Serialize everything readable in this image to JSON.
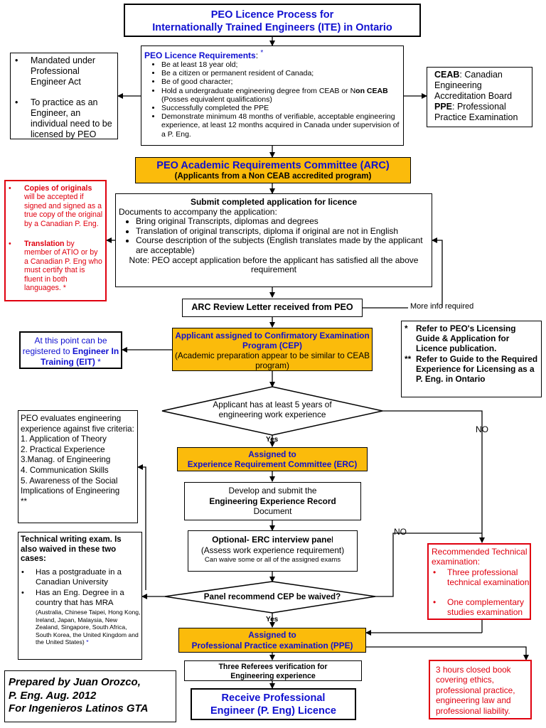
{
  "title": {
    "line1": "PEO Licence Process for",
    "line2": "Internationally Trained Engineers (ITE) in Ontario"
  },
  "mandated": {
    "items": [
      "Mandated under Professional Engineer Act",
      "To practice as an Engineer, an individual need to be licensed by PEO"
    ]
  },
  "requirements": {
    "heading": "PEO Licence Requirements",
    "colon": ":",
    "star": "*",
    "items": [
      "Be at least 18 year old;",
      "Be a citizen or permanent resident of Canada;",
      "Be of good character;",
      "Successfully completed the PPE",
      "Demonstrate minimum 48 months of verifiable, acceptable engineering experience, at least 12 months acquired in Canada under supervision of a P. Eng."
    ],
    "degree_pre": "Hold a undergraduate engineering degree from CEAB or N",
    "degree_bold": "on CEAB",
    "degree_post": " (Posses equivalent qualifications)"
  },
  "ceab": {
    "ceab_abbr": "CEAB",
    "ceab_def": ": Canadian Engineering Accreditation Board",
    "ppe_abbr": "PPE",
    "ppe_def": ": Professional Practice Examination"
  },
  "arc": {
    "title": "PEO Academic Requirements Committee (ARC)",
    "subtitle": "(Applicants from a Non CEAB accredited program)"
  },
  "copies": {
    "item1_bold": "Copies of originals",
    "item1_rest": " will be accepted if signed and signed as a true copy of the original by a Canadian P. Eng.",
    "item2_bold": "Translation",
    "item2_rest": " by member of ATIO or by a Canadian P. Eng who must certify that is fluent in both languages. *"
  },
  "submit": {
    "heading": "Submit completed application for licence",
    "docs_label": "Documents to accompany the application:",
    "items": [
      "Bring original Transcripts, diplomas and degrees",
      "Translation of original transcripts, diploma if original are not in English",
      "Course description of the subjects (English translates made by the applicant are acceptable)"
    ],
    "note": "Note: PEO accept application before the applicant has satisfied all the above requirement"
  },
  "arc_review": {
    "label": "ARC Review Letter received from PEO"
  },
  "more_info": {
    "label": "More info required"
  },
  "eit": {
    "pre": "At this point can be registered to ",
    "bold": "Engineer In Training (EIT)",
    "post": " *"
  },
  "cep": {
    "title": "Applicant assigned to Confirmatory Examination Program (CEP)",
    "subtitle": "(Academic preparation appear to be similar to CEAB program)"
  },
  "refer": {
    "item1_star": "*",
    "item1": "Refer to  PEO's Licensing Guide & Application for Licence publication.",
    "item2_star": "**",
    "item2": "Refer to Guide to the Required Experience for Licensing as a P. Eng. in Ontario"
  },
  "decision1": {
    "label": "Applicant has at least 5 years of engineering work experience"
  },
  "yes1": "Yes",
  "no1": "NO",
  "criteria": {
    "intro": "PEO evaluates engineering experience against five criteria:",
    "items": [
      "1. Application of Theory",
      "2. Practical Experience",
      "3.Manag. of Engineering",
      "4. Communication Skills",
      "5. Awareness of the Social Implications of Engineering",
      "**"
    ]
  },
  "erc": {
    "line1": "Assigned to",
    "line2": "Experience Requirement Committee (ERC)"
  },
  "record": {
    "line1": "Develop and submit the",
    "line2": "Engineering Experience Record",
    "line3": "Document"
  },
  "techwriting": {
    "heading": "Technical writing exam. Is also waived in these two cases:",
    "item1": "Has a postgraduate in a Canadian University",
    "item2": "Has an Eng. Degree in a country that has MRA",
    "countries": "(Australia, Chinese Taipei, Hong Kong, Ireland, Japan, Malaysia, New Zealand, Singapore, South Africa, South Korea, the United Kingdom and the United States)",
    "star": "*"
  },
  "interview": {
    "title_bold": "Optional- ERC interview pane",
    "title_rest": "l",
    "line2": "(Assess work experience requirement)",
    "line3": "Can waive some or all of the assigned exams"
  },
  "no2": "NO",
  "recommended": {
    "heading": "Recommended Technical examination:",
    "items": [
      "Three professional technical examination",
      "One complementary studies examination"
    ]
  },
  "decision2": {
    "label": "Panel recommend CEP be waived?"
  },
  "yes2": "Yes",
  "ppe_box": {
    "line1": "Assigned to",
    "line2": "Professional Practice examination (PPE)"
  },
  "referees": {
    "line1": "Three Referees verification for",
    "line2": "Engineering experience"
  },
  "hours": {
    "label": "3 hours closed book covering ethics, professional practice, engineering law and professional liability."
  },
  "prepared": {
    "line1": "Prepared by Juan Orozco,",
    "line2": "P. Eng.  Aug.  2012",
    "line3": "For Ingenieros Latinos GTA"
  },
  "receive": {
    "line1": "Receive Professional",
    "line2": "Engineer (P. Eng) Licence"
  }
}
